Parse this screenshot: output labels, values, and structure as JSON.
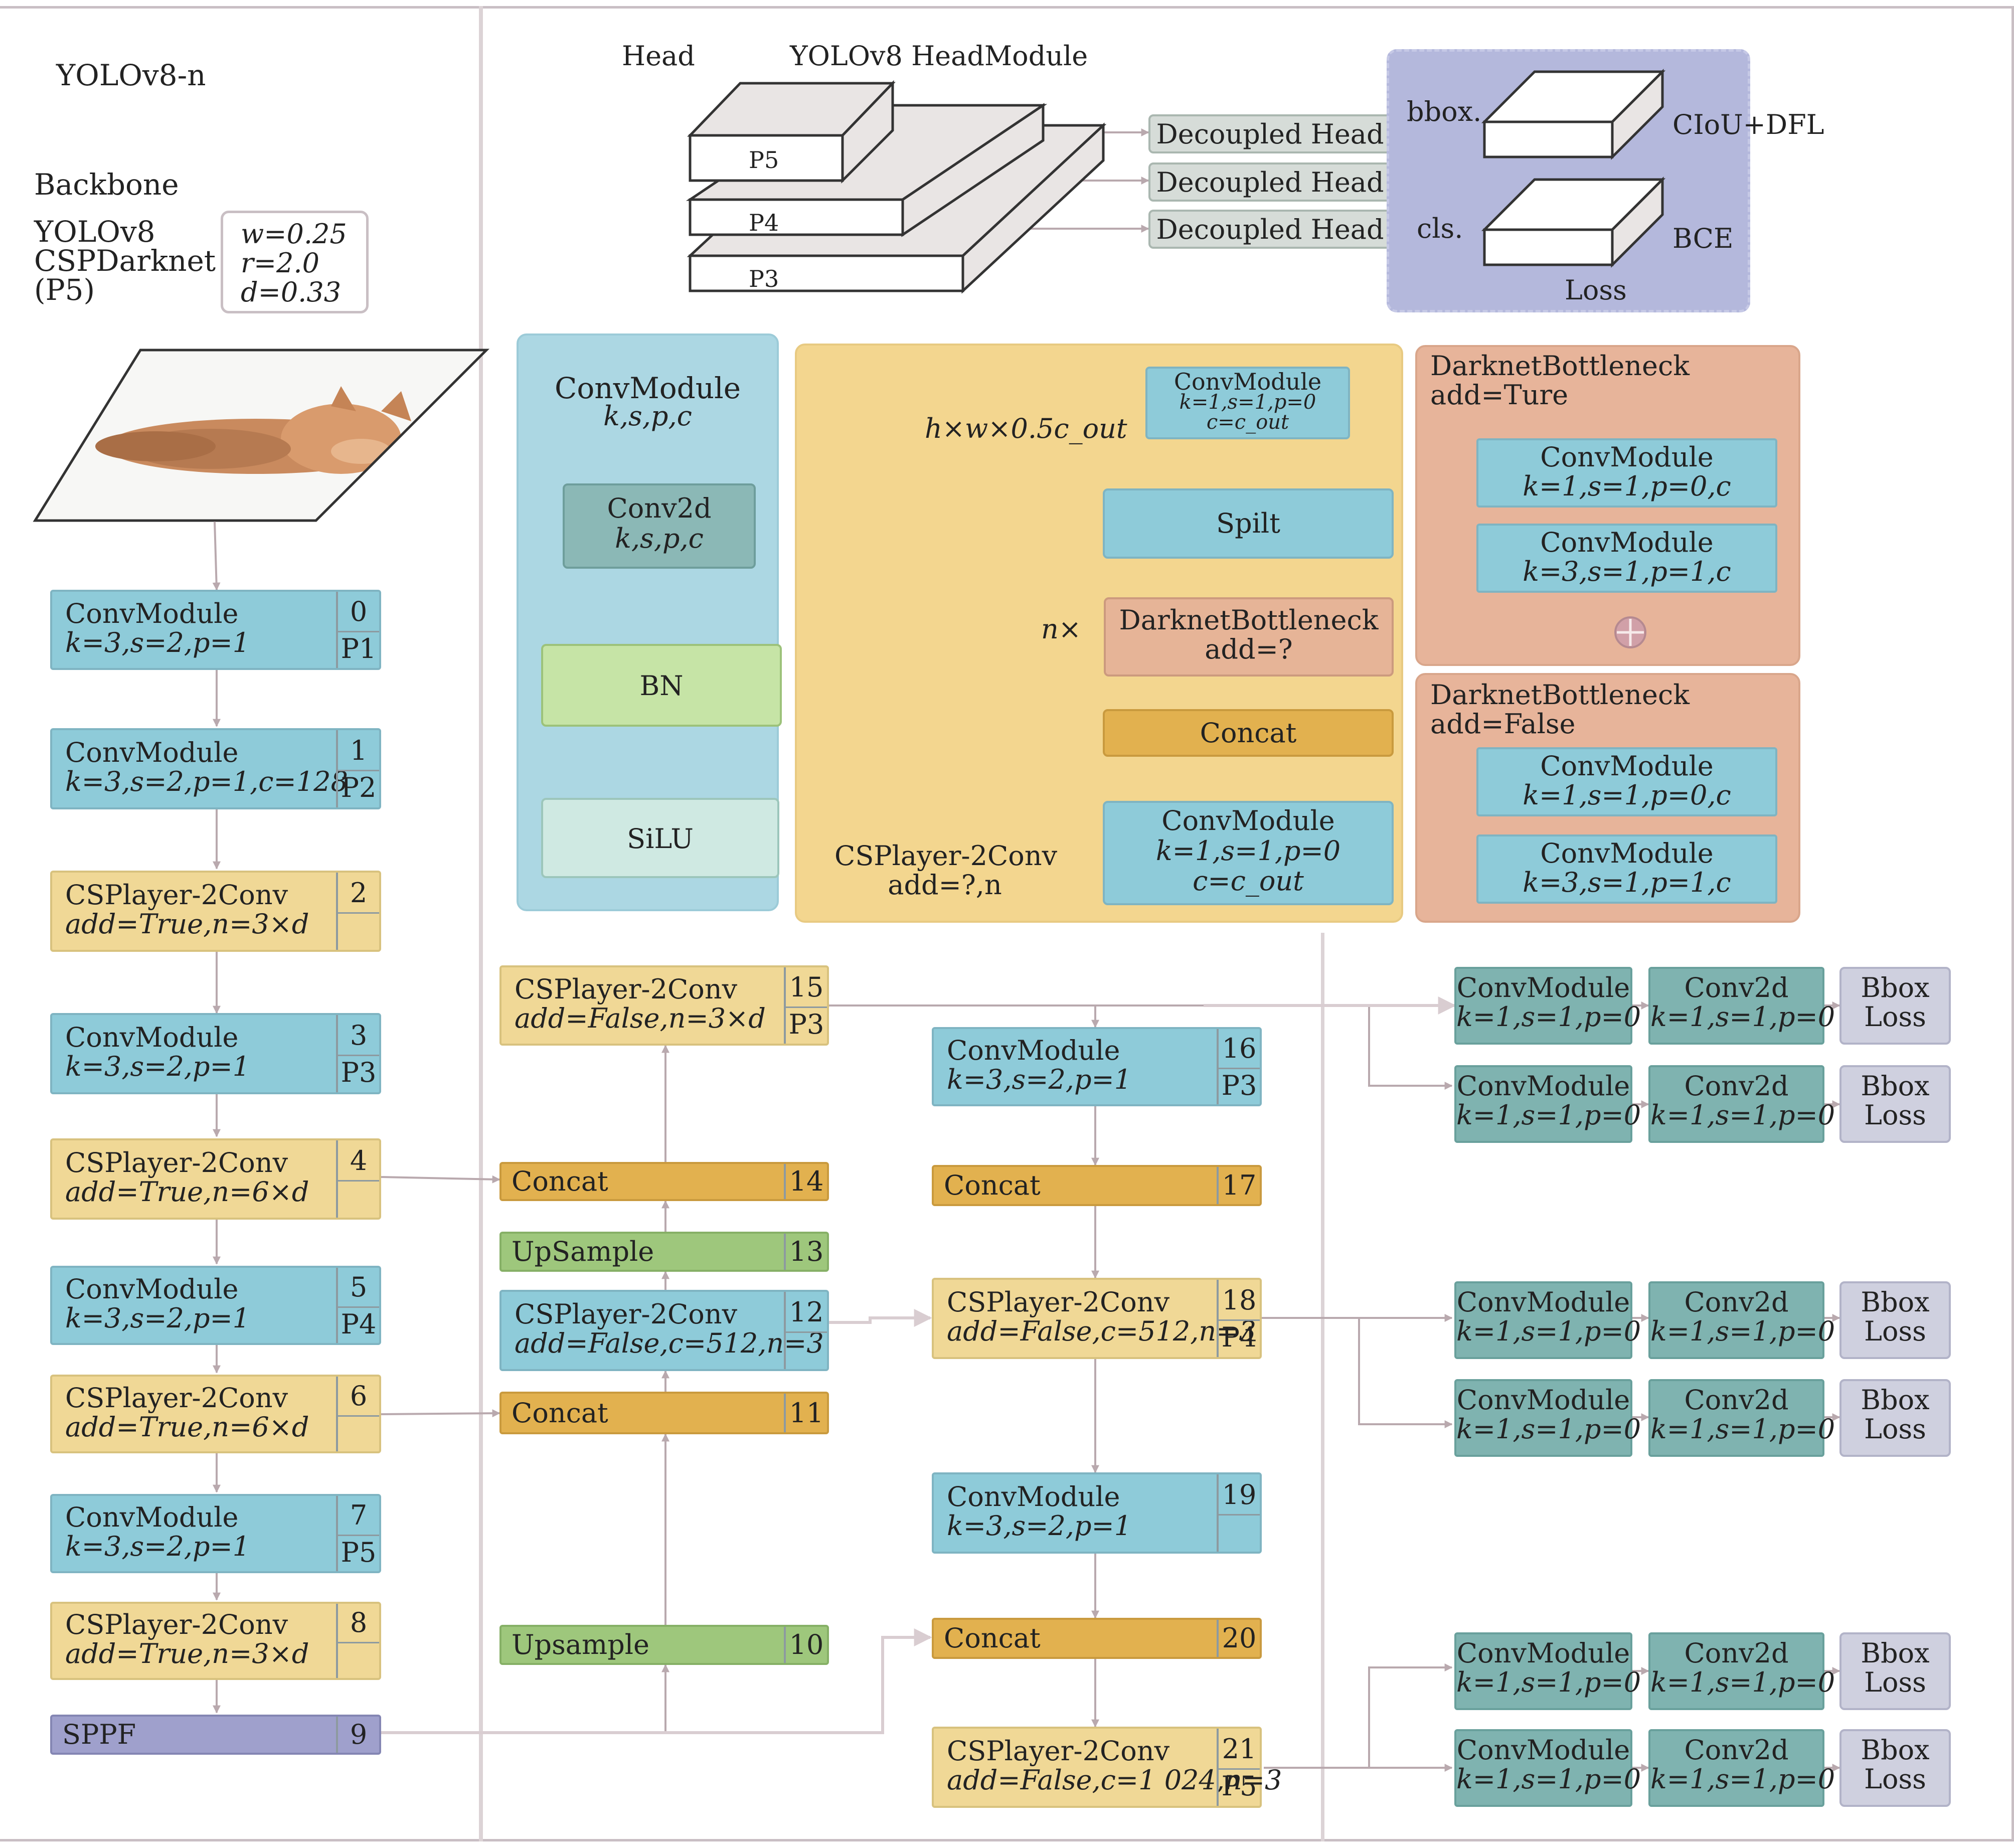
{
  "title": "YOLOv8-n",
  "backbone": {
    "label": "Backbone",
    "name_lines": [
      "YOLOv8",
      "CSPDarknet",
      "(P5)"
    ],
    "params": [
      "w=0.25",
      "r=2.0",
      "d=0.33"
    ],
    "layers": [
      {
        "l1": "ConvModule",
        "l2": "k=3,s=2,p=1",
        "num": "0",
        "tag": "P1"
      },
      {
        "l1": "ConvModule",
        "l2": "k=3,s=2,p=1,c=128",
        "num": "1",
        "tag": "P2"
      },
      {
        "l1": "CSPlayer-2Conv",
        "l2": "add=True,n=3×d",
        "num": "2",
        "tag": ""
      },
      {
        "l1": "ConvModule",
        "l2": "k=3,s=2,p=1",
        "num": "3",
        "tag": "P3"
      },
      {
        "l1": "CSPlayer-2Conv",
        "l2": "add=True,n=6×d",
        "num": "4",
        "tag": ""
      },
      {
        "l1": "ConvModule",
        "l2": "k=3,s=2,p=1",
        "num": "5",
        "tag": "P4"
      },
      {
        "l1": "CSPlayer-2Conv",
        "l2": "add=True,n=6×d",
        "num": "6",
        "tag": ""
      },
      {
        "l1": "ConvModule",
        "l2": "k=3,s=2,p=1",
        "num": "7",
        "tag": "P5"
      },
      {
        "l1": "CSPlayer-2Conv",
        "l2": "add=True,n=3×d",
        "num": "8",
        "tag": ""
      },
      {
        "l1": "SPPF",
        "l2": "",
        "num": "9",
        "tag": ""
      }
    ]
  },
  "head": {
    "label": "Head",
    "module_label": "YOLOv8 HeadModule",
    "slabs": [
      "P5",
      "P4",
      "P3"
    ],
    "decoupled": [
      "Decoupled Head",
      "Decoupled Head",
      "Decoupled Head"
    ],
    "bbox_label": "bbox.",
    "cls_label": "cls.",
    "ciou_label": "CIoU+DFL",
    "bce_label": "BCE",
    "loss_label": "Loss"
  },
  "convmodule_panel": {
    "title": "ConvModule",
    "title_params": "k,s,p,c",
    "conv2d": "Conv2d",
    "conv2d_params": "k,s,p,c",
    "bn": "BN",
    "silu": "SiLU"
  },
  "csp_panel": {
    "top_l1": "ConvModule",
    "top_l2": "k=1,s=1,p=0",
    "top_l3": "c=c_out",
    "side_label": "h×w×0.5c_out",
    "split": "Spilt",
    "n_label": "n×",
    "bottleneck_l1": "DarknetBottleneck",
    "bottleneck_l2": "add=?",
    "concat": "Concat",
    "bottom_l1": "ConvModule",
    "bottom_l2": "k=1,s=1,p=0",
    "bottom_l3": "c=c_out",
    "caption_l1": "CSPlayer-2Conv",
    "caption_l2": "add=?,n"
  },
  "bottleneck_true": {
    "title_l1": "DarknetBottleneck",
    "title_l2": "add=Ture",
    "m1_l1": "ConvModule",
    "m1_l2": "k=1,s=1,p=0,c",
    "m2_l1": "ConvModule",
    "m2_l2": "k=3,s=1,p=1,c"
  },
  "bottleneck_false": {
    "title_l1": "DarknetBottleneck",
    "title_l2": "add=False",
    "m1_l1": "ConvModule",
    "m1_l2": "k=1,s=1,p=0,c",
    "m2_l1": "ConvModule",
    "m2_l2": "k=3,s=1,p=1,c"
  },
  "neck_left": [
    {
      "l1": "CSPlayer-2Conv",
      "l2": "add=False,n=3×d",
      "num": "15",
      "tag": "P3"
    },
    {
      "l1": "Concat",
      "l2": "",
      "num": "14",
      "tag": ""
    },
    {
      "l1": "UpSample",
      "l2": "",
      "num": "13",
      "tag": ""
    },
    {
      "l1": "CSPlayer-2Conv",
      "l2": "add=False,c=512,n=3",
      "num": "12",
      "tag": ""
    },
    {
      "l1": "Concat",
      "l2": "",
      "num": "11",
      "tag": ""
    },
    {
      "l1": "Upsample",
      "l2": "",
      "num": "10",
      "tag": ""
    }
  ],
  "neck_right": [
    {
      "l1": "ConvModule",
      "l2": "k=3,s=2,p=1",
      "num": "16",
      "tag": "P3"
    },
    {
      "l1": "Concat",
      "l2": "",
      "num": "17",
      "tag": ""
    },
    {
      "l1": "CSPlayer-2Conv",
      "l2": "add=False,c=512,n=3",
      "num": "18",
      "tag": "P4"
    },
    {
      "l1": "ConvModule",
      "l2": "k=3,s=2,p=1",
      "num": "19",
      "tag": ""
    },
    {
      "l1": "Concat",
      "l2": "",
      "num": "20",
      "tag": ""
    },
    {
      "l1": "CSPlayer-2Conv",
      "l2": "add=False,c=1 024,n=3",
      "num": "21",
      "tag": "P5"
    }
  ],
  "head_rows": {
    "conv_l1": "ConvModule",
    "conv_l2": "k=1,s=1,p=0",
    "conv2d_l1": "Conv2d",
    "conv2d_l2": "k=1,s=1,p=0",
    "loss_l1": "Bbox",
    "loss_l2": "Loss",
    "count": 6
  },
  "colors": {
    "conv": "#8ecbd9",
    "csp": "#f0d896",
    "concat": "#e2b14f",
    "upsample": "#9ec77c",
    "sppf": "#9fa0cc",
    "head_conv": "#7fb3b0",
    "bbox_loss": "#cfd0df",
    "panel_blue": "#acd7e3",
    "panel_yellow": "#f3d68f",
    "panel_salmon": "#e7b49a",
    "panel_loss": "#b4b8dc"
  }
}
